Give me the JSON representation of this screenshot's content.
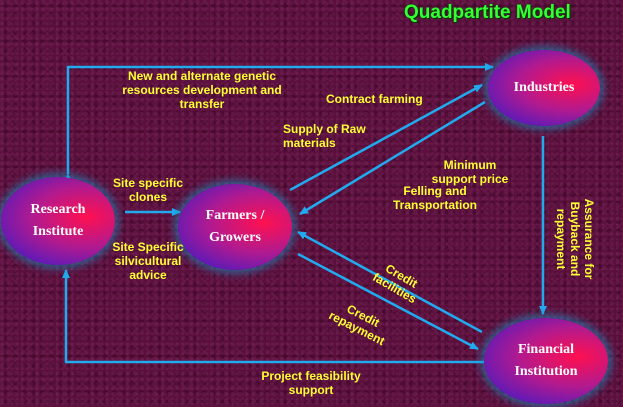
{
  "title": "Quadpartite Model",
  "nodes": {
    "industries": "Industries",
    "research": "Research Institute",
    "farmers": "Farmers / Growers",
    "financial": "Financial Institution"
  },
  "labels": {
    "genetic_1": "New and alternate genetic",
    "genetic_2": "resources development and",
    "genetic_3": "transfer",
    "contract": "Contract farming",
    "supply_1": "Supply of Raw",
    "supply_2": "materials",
    "msp_1": "Minimum",
    "msp_2": "support price",
    "felling_1": "Felling and",
    "felling_2": "Transportation",
    "clones_1": "Site specific",
    "clones_2": "clones",
    "advice_1": "Site Specific",
    "advice_2": "silvicultural",
    "advice_3": "advice",
    "assurance_1": "Assurance  for",
    "assurance_2": "Buyback  and",
    "assurance_3": "repayment",
    "credit_fac_1": "Credit",
    "credit_fac_2": "facilities",
    "credit_rep_1": "Credit",
    "credit_rep_2": "repayment",
    "project_1": "Project feasibility",
    "project_2": "support"
  }
}
